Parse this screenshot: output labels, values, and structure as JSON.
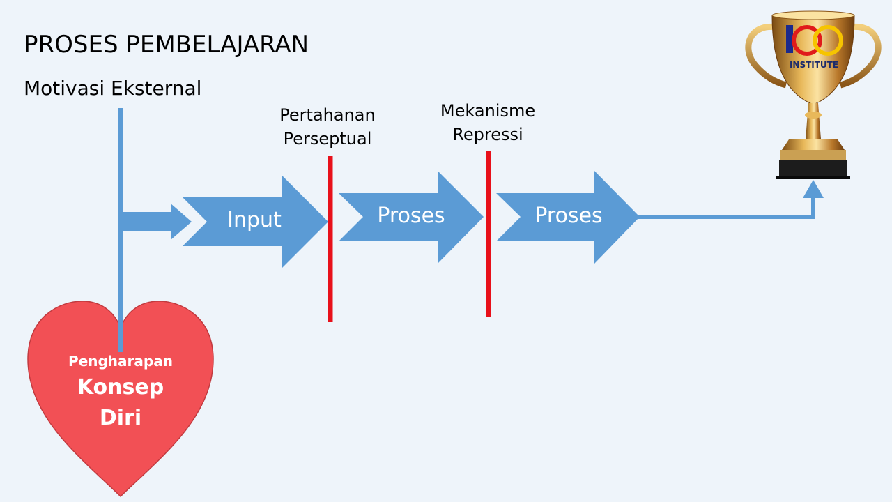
{
  "slide": {
    "title": "PROSES PEMBELAJARAN",
    "subtitle": "Motivasi Eksternal"
  },
  "barriers": [
    {
      "label_line1": "Pertahanan",
      "label_line2": "Perseptual",
      "color": "#e8101a"
    },
    {
      "label_line1": "Mekanisme",
      "label_line2": "Repressi",
      "color": "#e8101a"
    }
  ],
  "arrows": [
    {
      "label": "Input"
    },
    {
      "label": "Proses"
    },
    {
      "label": "Proses"
    }
  ],
  "heart": {
    "line1": "Pengharapan",
    "line2": "Konsep",
    "line3": "Diri",
    "color": "#f25055"
  },
  "trophy": {
    "logo_text": "INSTITUTE",
    "icon": "trophy-icon"
  },
  "colors": {
    "arrow": "#5b9bd5",
    "background": "#eef4fa"
  }
}
